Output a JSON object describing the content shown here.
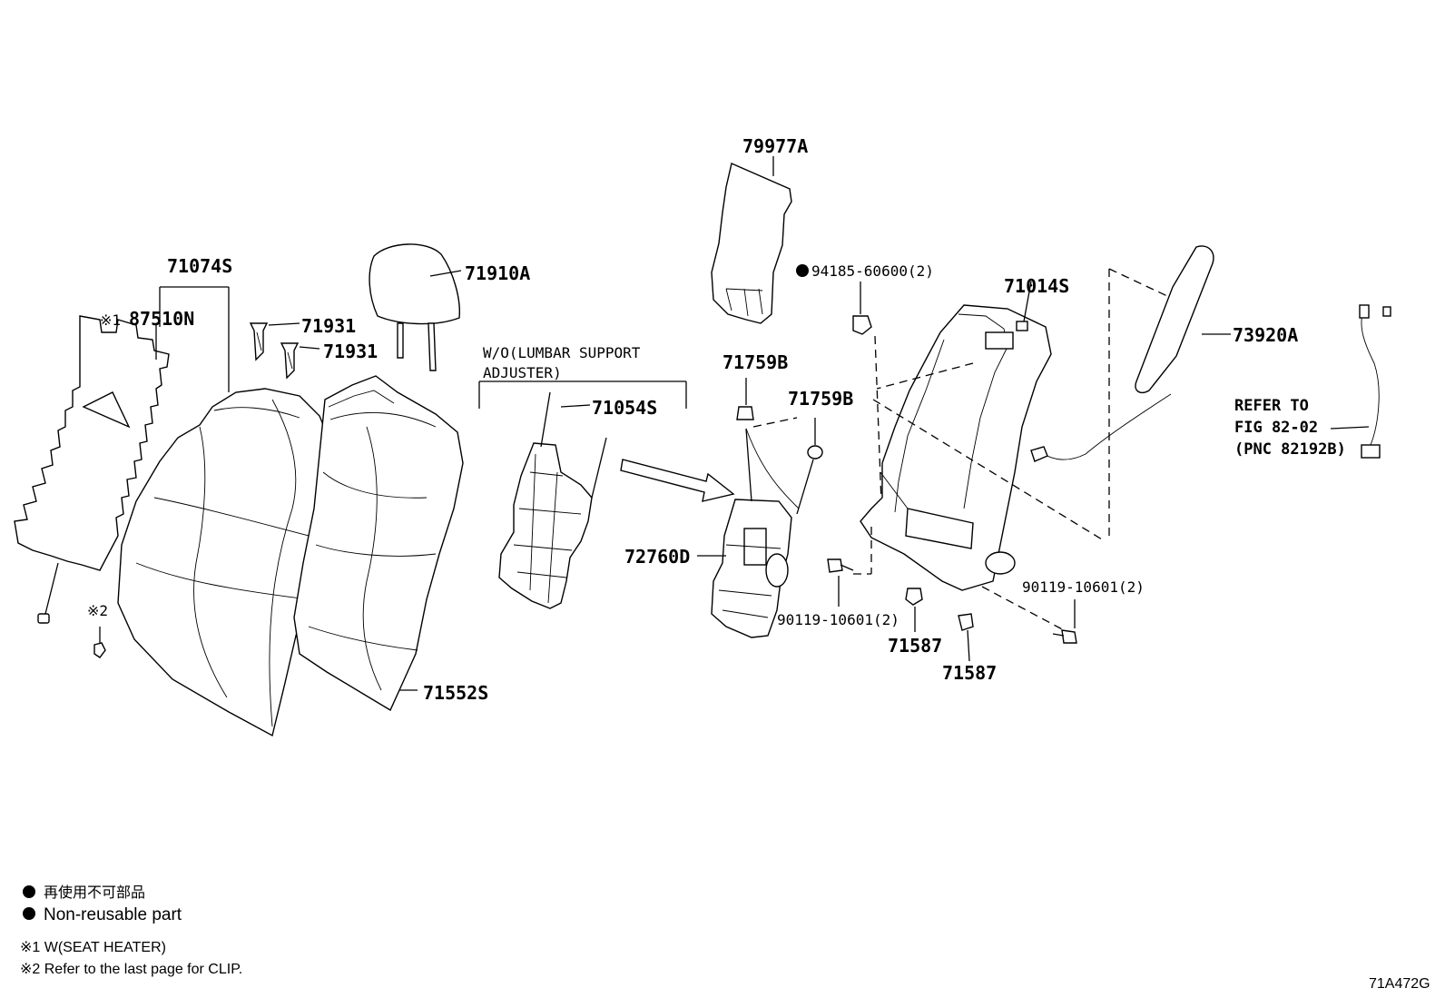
{
  "figure_code": "71A472G",
  "labels": {
    "p71074S": "71074S",
    "p87510N": "87510N",
    "mark1": "※1",
    "mark2": "※2",
    "p71931a": "71931",
    "p71931b": "71931",
    "p71910A": "71910A",
    "p71552S": "71552S",
    "wo_line1": "W/O(LUMBAR SUPPORT",
    "wo_line2": "ADJUSTER)",
    "p71054S": "71054S",
    "p79977A": "79977A",
    "p71759B_a": "71759B",
    "p71759B_b": "71759B",
    "p72760D": "72760D",
    "p94185": "94185-60600(2)",
    "p71014S": "71014S",
    "p73920A": "73920A",
    "p90119_left": "90119-10601(2)",
    "p90119_right": "90119-10601(2)",
    "p71587a": "71587",
    "p71587b": "71587",
    "refer_line1": "REFER TO",
    "refer_line2": "FIG 82-02",
    "refer_line3": "(PNC 82192B)"
  },
  "legend": {
    "nonreusable_jp": "再使用不可部品",
    "nonreusable_en": "Non-reusable part",
    "note1": "※1 W(SEAT HEATER)",
    "note2": "※2 Refer to the last page for CLIP."
  }
}
